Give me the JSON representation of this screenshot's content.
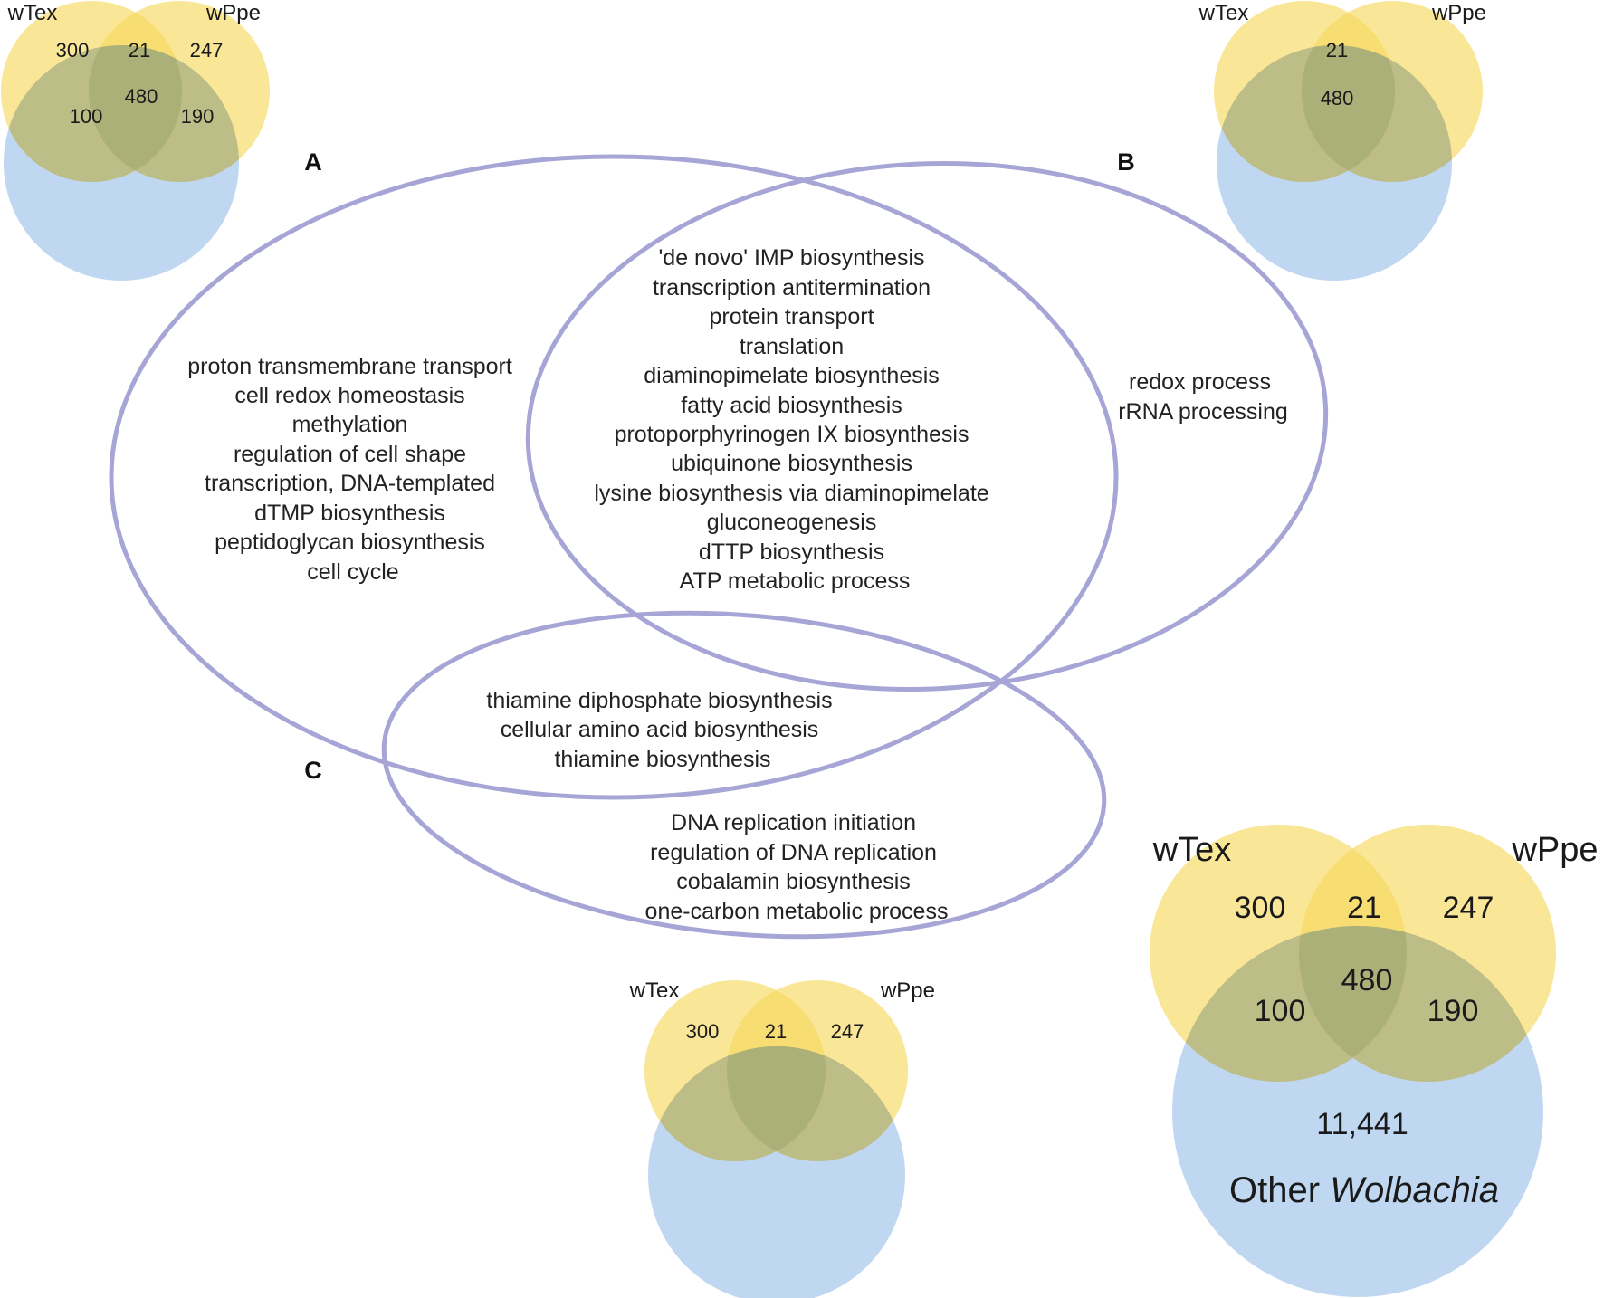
{
  "colors": {
    "wtex_fill": "#f7d960",
    "wppe_fill": "#f7d960",
    "other_fill": "#a9c9ec",
    "ellipse_stroke": "#a7a5d6"
  },
  "panels": {
    "A": "A",
    "B": "B",
    "C": "C"
  },
  "venn_small_a": {
    "label_wtex": "wTex",
    "label_wppe": "wPpe",
    "wtex_only": "300",
    "wtex_wppe": "21",
    "wppe_only": "247",
    "wtex_other": "100",
    "all_three": "480",
    "wppe_other": "190"
  },
  "venn_small_b": {
    "label_wtex": "wTex",
    "label_wppe": "wPpe",
    "wtex_wppe": "21",
    "all_three": "480"
  },
  "venn_small_c": {
    "label_wtex": "wTex",
    "label_wppe": "wPpe",
    "wtex_only": "300",
    "wtex_wppe": "21",
    "wppe_only": "247"
  },
  "venn_large": {
    "label_wtex": "wTex",
    "label_wppe": "wPpe",
    "wtex_only": "300",
    "wtex_wppe": "21",
    "wppe_only": "247",
    "wtex_other": "100",
    "all_three": "480",
    "wppe_other": "190",
    "other_only": "11,441",
    "other_label_prefix": "Other ",
    "other_label_genus": "Wolbachia"
  },
  "terms_A_only": [
    "proton transmembrane transport",
    "cell redox homeostasis",
    "methylation",
    "regulation of cell shape",
    "transcription, DNA-templated",
    "dTMP biosynthesis",
    "peptidoglycan biosynthesis",
    "cell cycle"
  ],
  "terms_AB": [
    "'de novo' IMP biosynthesis",
    "transcription antitermination",
    "protein transport",
    "translation",
    "diaminopimelate biosynthesis",
    "fatty acid biosynthesis",
    "protoporphyrinogen IX biosynthesis",
    "ubiquinone biosynthesis",
    "lysine biosynthesis via diaminopimelate",
    "gluconeogenesis",
    "dTTP biosynthesis",
    "ATP metabolic process"
  ],
  "terms_B_only": [
    "redox process",
    "rRNA processing"
  ],
  "terms_AC": [
    "thiamine diphosphate biosynthesis",
    "cellular amino acid biosynthesis",
    "thiamine biosynthesis"
  ],
  "terms_C_only": [
    "DNA replication initiation",
    "regulation of DNA replication",
    "cobalamin biosynthesis",
    "one-carbon metabolic process"
  ]
}
